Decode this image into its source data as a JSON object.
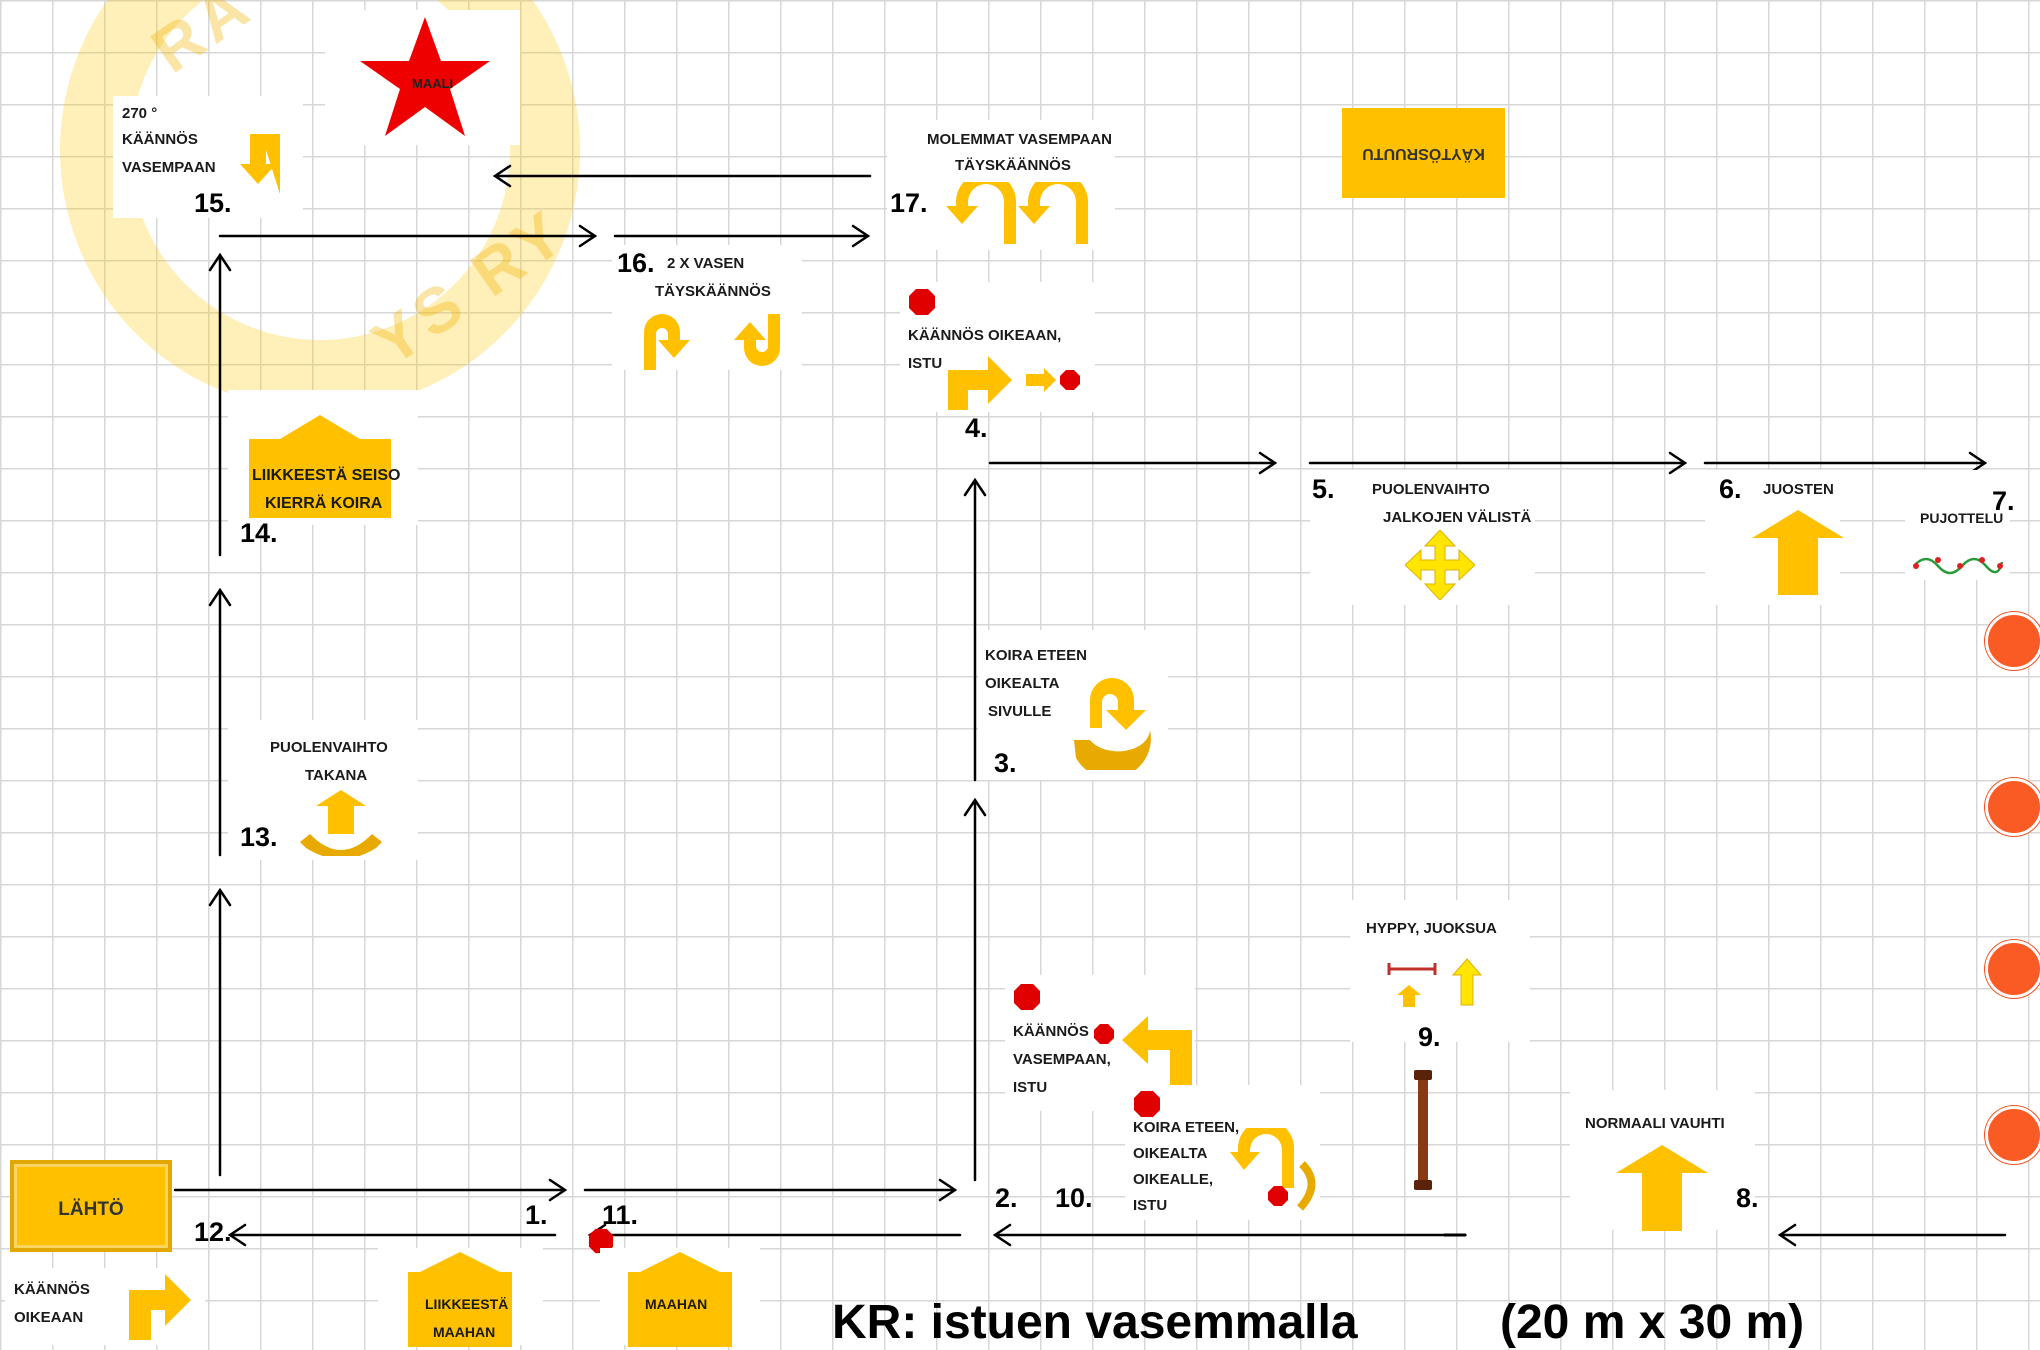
{
  "colors": {
    "arrow_fill": "#ffc000",
    "stop": "#e00000",
    "star": "#ee0000",
    "dot": "#fa5b24"
  },
  "start": {
    "label": "LÄHTÖ"
  },
  "finish": {
    "label": "MAALI"
  },
  "handler_box": {
    "label": "KÄYTÖSRUUTU"
  },
  "footer": {
    "title": "KR: istuen vasemmalla",
    "size": "(20 m x 30 m)"
  },
  "stations": [
    {
      "num": "1.",
      "lines": [
        "LIIKKEESTÄ",
        "MAAHAN"
      ]
    },
    {
      "num": "2.",
      "lines": [
        "KÄÄNNÖS",
        "VASEMPAAN,",
        "ISTU"
      ]
    },
    {
      "num": "3.",
      "lines": [
        "KOIRA ETEEN",
        "OIKEALTA",
        "SIVULLE"
      ]
    },
    {
      "num": "4.",
      "lines": [
        "KÄÄNNÖS OIKEAAN,",
        "ISTU"
      ]
    },
    {
      "num": "5.",
      "lines": [
        "PUOLENVAIHTO",
        "JALKOJEN VÄLISTÄ"
      ]
    },
    {
      "num": "6.",
      "lines": [
        "JUOSTEN"
      ]
    },
    {
      "num": "7.",
      "lines": [
        "PUJOTTELU"
      ]
    },
    {
      "num": "8.",
      "lines": [
        "NORMAALI VAUHTI"
      ]
    },
    {
      "num": "9.",
      "lines": [
        "HYPPY, JUOKSUA"
      ]
    },
    {
      "num": "10.",
      "lines": [
        "KOIRA ETEEN,",
        "OIKEALTA",
        "OIKEALLE,",
        "ISTU"
      ]
    },
    {
      "num": "11.",
      "lines": [
        "MAAHAN"
      ]
    },
    {
      "num": "12.",
      "lines": [
        "KÄÄNNÖS",
        "OIKEAAN"
      ]
    },
    {
      "num": "13.",
      "lines": [
        "PUOLENVAIHTO",
        "TAKANA"
      ]
    },
    {
      "num": "14.",
      "lines": [
        "LIIKKEESTÄ SEISO",
        "KIERRÄ KOIRA"
      ]
    },
    {
      "num": "15.",
      "lines": [
        "270 °",
        "KÄÄNNÖS",
        "VASEMPAAN"
      ]
    },
    {
      "num": "16.",
      "lines": [
        "2 X VASEN",
        "TÄYSKÄÄNNÖS"
      ]
    },
    {
      "num": "17.",
      "lines": [
        "MOLEMMAT VASEMPAAN",
        "TÄYSKÄÄNNÖS"
      ]
    }
  ]
}
